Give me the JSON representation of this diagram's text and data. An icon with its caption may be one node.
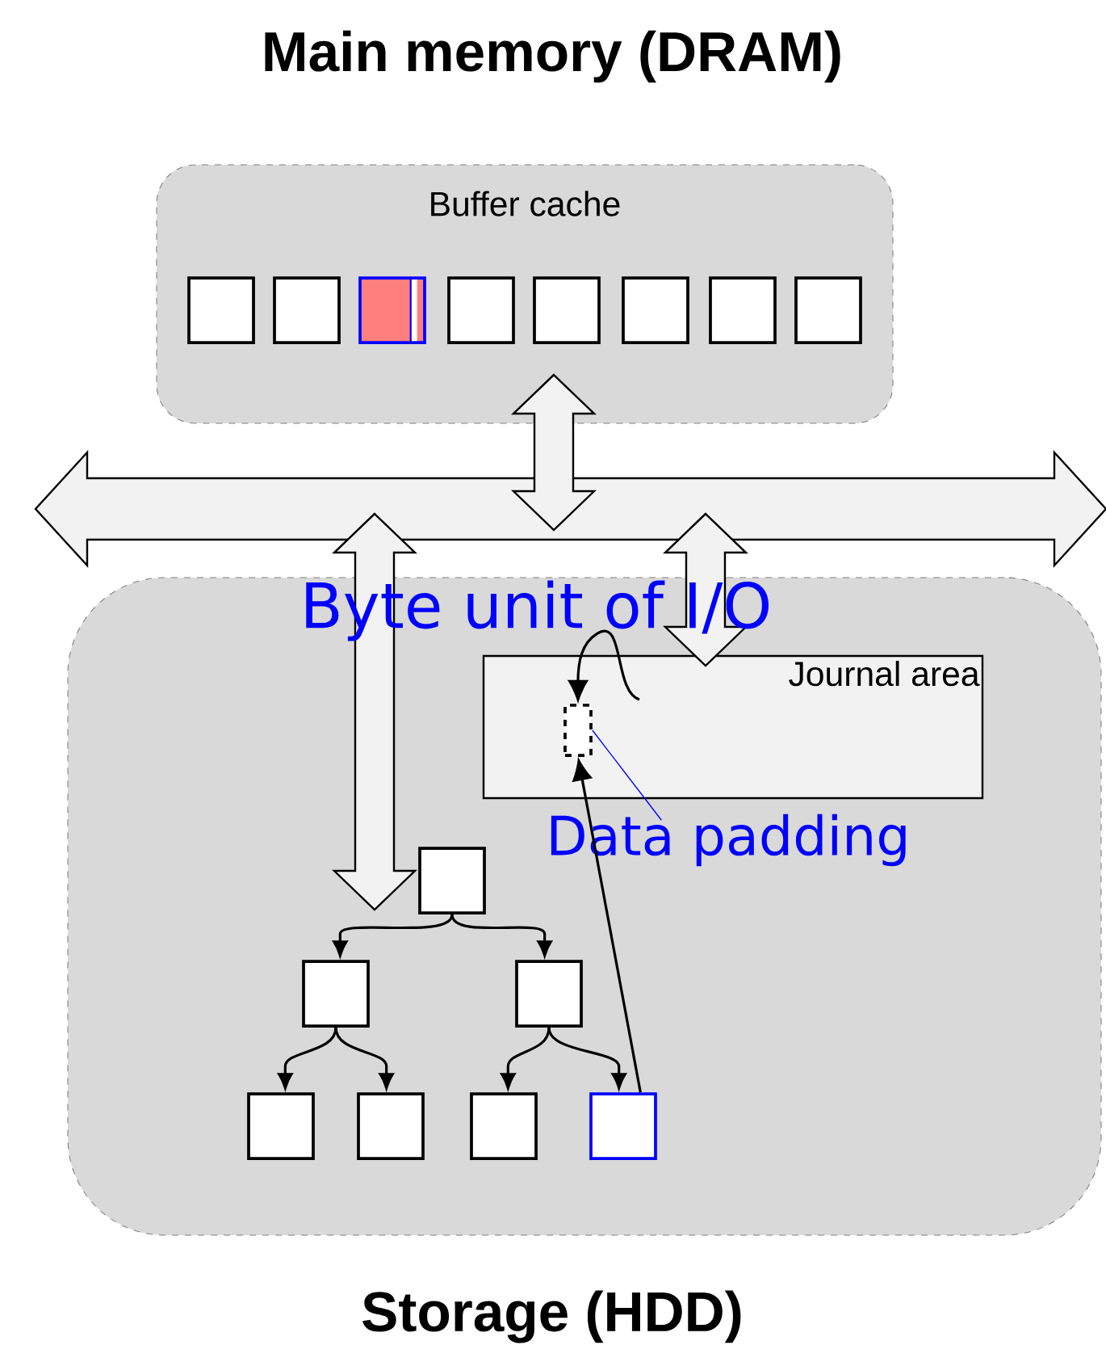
{
  "diagram": {
    "title": "Main memory (DRAM)",
    "nodes": [
      {
        "text": [
          "Buffer cache"
        ]
      },
      {
        "text": [],
        "shape": "box",
        "in": 0
      },
      {
        "text": [],
        "shape": "box",
        "in": 0
      },
      {
        "text": [],
        "shape": "box",
        "in": 0
      },
      {
        "text": [],
        "shape": "box",
        "in": 0
      },
      {
        "text": [],
        "shape": "box",
        "in": 0
      },
      {
        "text": [],
        "shape": "box",
        "in": 0
      },
      {
        "text": [],
        "shape": "box",
        "in": 0
      },
      {
        "text": [],
        "shape": "box",
        "in": 0
      },
      {
        "text": [],
        "shape": "bar"
      },
      {
        "text": [
          "Storage (HDD)"
        ]
      },
      {
        "text": [
          "Journal area"
        ],
        "in": 10
      },
      {
        "text": [],
        "shape": "box",
        "in": 11
      },
      {
        "text": [],
        "shape": "box",
        "in": 10
      },
      {
        "text": [],
        "shape": "box",
        "in": 10
      },
      {
        "text": [],
        "shape": "box",
        "in": 10
      },
      {
        "text": [],
        "shape": "box",
        "in": 10
      },
      {
        "text": [],
        "shape": "box",
        "in": 10
      },
      {
        "text": [],
        "shape": "box",
        "in": 10
      },
      {
        "text": [],
        "shape": "box",
        "in": 10
      },
      {
        "text": [
          "Data padding"
        ],
        "in": 10
      }
    ],
    "edges": [
      {
        "from": 0,
        "to": 9,
        "arrow": "both",
        "style": "thick"
      },
      {
        "from": 9,
        "to": 11,
        "arrow": "both",
        "style": "thick"
      },
      {
        "from": 9,
        "to": 13,
        "arrow": "both",
        "style": "thick"
      },
      {
        "from": 13,
        "to": 14,
        "arrow": "to"
      },
      {
        "from": 13,
        "to": 15,
        "arrow": "to"
      },
      {
        "from": 14,
        "to": 16,
        "arrow": "to"
      },
      {
        "from": 14,
        "to": 17,
        "arrow": "to"
      },
      {
        "from": 15,
        "to": 18,
        "arrow": "to"
      },
      {
        "from": 15,
        "to": 19,
        "arrow": "to"
      },
      {
        "from": 19,
        "to": 12,
        "arrow": "to"
      },
      {
        "from": null,
        "to": 12,
        "arrow": "to"
      },
      {
        "from": 20,
        "to": 12,
        "arrow": "none",
        "color": "#0000ff"
      }
    ],
    "labels": [
      "Byte unit of I/O"
    ]
  }
}
